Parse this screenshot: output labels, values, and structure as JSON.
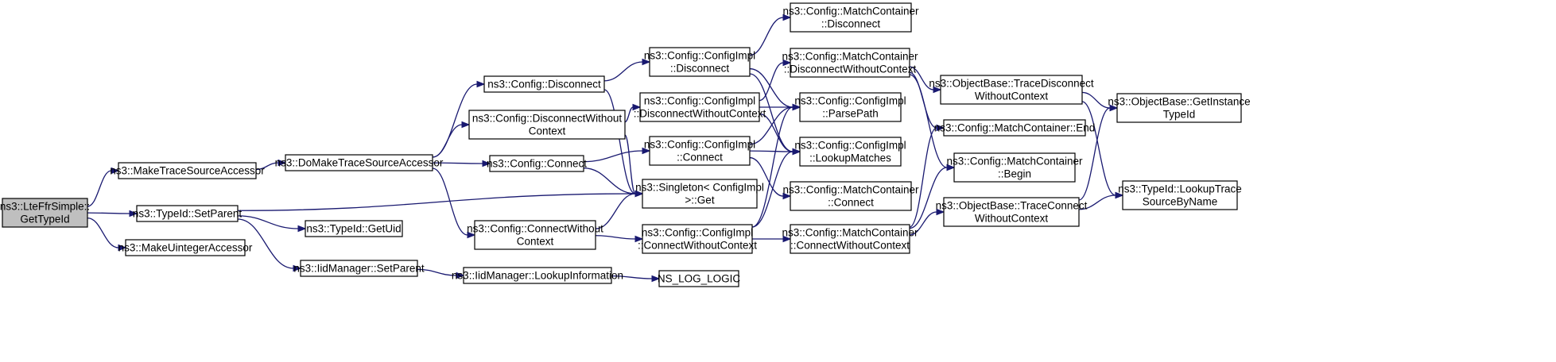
{
  "colors": {
    "edge": "#191970",
    "node_border": "#000000",
    "root_fill": "#bfbfbf",
    "node_fill": "#ffffff"
  },
  "nodes": [
    {
      "id": "root",
      "lines": [
        "ns3::LteFfrSimple::",
        "GetTypeId"
      ],
      "root": true
    },
    {
      "id": "mtsa",
      "lines": [
        "ns3::MakeTraceSourceAccessor"
      ]
    },
    {
      "id": "setparent",
      "lines": [
        "ns3::TypeId::SetParent"
      ]
    },
    {
      "id": "muia",
      "lines": [
        "ns3::MakeUintegerAccessor"
      ]
    },
    {
      "id": "dmtsa",
      "lines": [
        "ns3::DoMakeTraceSourceAccessor"
      ]
    },
    {
      "id": "getuid",
      "lines": [
        "ns3::TypeId::GetUid"
      ]
    },
    {
      "id": "iidsetparent",
      "lines": [
        "ns3::IidManager::SetParent"
      ]
    },
    {
      "id": "cdisc",
      "lines": [
        "ns3::Config::Disconnect"
      ]
    },
    {
      "id": "cdiscwc",
      "lines": [
        "ns3::Config::DisconnectWithout",
        "Context"
      ]
    },
    {
      "id": "cconn",
      "lines": [
        "ns3::Config::Connect"
      ]
    },
    {
      "id": "cconnwc",
      "lines": [
        "ns3::Config::ConnectWithout",
        "Context"
      ]
    },
    {
      "id": "lookupinfo",
      "lines": [
        "ns3::IidManager::LookupInformation"
      ]
    },
    {
      "id": "cidisc",
      "lines": [
        "ns3::Config::ConfigImpl",
        "::Disconnect"
      ]
    },
    {
      "id": "cidiscwc",
      "lines": [
        "ns3::Config::ConfigImpl",
        "::DisconnectWithoutContext"
      ]
    },
    {
      "id": "ciconn",
      "lines": [
        "ns3::Config::ConfigImpl",
        "::Connect"
      ]
    },
    {
      "id": "singleton",
      "lines": [
        "ns3::Singleton< ConfigImpl",
        " >::Get"
      ]
    },
    {
      "id": "ciconnwc",
      "lines": [
        "ns3::Config::ConfigImpl",
        "::ConnectWithoutContext"
      ]
    },
    {
      "id": "nslog",
      "lines": [
        "NS_LOG_LOGIC"
      ]
    },
    {
      "id": "mcdisc",
      "lines": [
        "ns3::Config::MatchContainer",
        "::Disconnect"
      ]
    },
    {
      "id": "mcdiscwc",
      "lines": [
        "ns3::Config::MatchContainer",
        "::DisconnectWithoutContext"
      ]
    },
    {
      "id": "parsepath",
      "lines": [
        "ns3::Config::ConfigImpl",
        "::ParsePath"
      ]
    },
    {
      "id": "lookupmatches",
      "lines": [
        "ns3::Config::ConfigImpl",
        "::LookupMatches"
      ]
    },
    {
      "id": "mcconn",
      "lines": [
        "ns3::Config::MatchContainer",
        "::Connect"
      ]
    },
    {
      "id": "mcconnwc",
      "lines": [
        "ns3::Config::MatchContainer",
        "::ConnectWithoutContext"
      ]
    },
    {
      "id": "obtdwc",
      "lines": [
        "ns3::ObjectBase::TraceDisconnect",
        "WithoutContext"
      ]
    },
    {
      "id": "mcend",
      "lines": [
        "ns3::Config::MatchContainer::End"
      ]
    },
    {
      "id": "mcbegin",
      "lines": [
        "ns3::Config::MatchContainer",
        "::Begin"
      ]
    },
    {
      "id": "obtcwc",
      "lines": [
        "ns3::ObjectBase::TraceConnect",
        "WithoutContext"
      ]
    },
    {
      "id": "obgit",
      "lines": [
        "ns3::ObjectBase::GetInstance",
        "TypeId"
      ]
    },
    {
      "id": "tidlts",
      "lines": [
        "ns3::TypeId::LookupTrace",
        "SourceByName"
      ]
    }
  ],
  "edges": [
    [
      "root",
      "mtsa"
    ],
    [
      "root",
      "setparent"
    ],
    [
      "root",
      "muia"
    ],
    [
      "mtsa",
      "dmtsa"
    ],
    [
      "setparent",
      "singleton"
    ],
    [
      "setparent",
      "getuid"
    ],
    [
      "setparent",
      "iidsetparent"
    ],
    [
      "iidsetparent",
      "lookupinfo"
    ],
    [
      "lookupinfo",
      "nslog"
    ],
    [
      "dmtsa",
      "cdisc"
    ],
    [
      "dmtsa",
      "cdiscwc"
    ],
    [
      "dmtsa",
      "cconn"
    ],
    [
      "dmtsa",
      "cconnwc"
    ],
    [
      "cdisc",
      "cidisc"
    ],
    [
      "cdisc",
      "singleton"
    ],
    [
      "cdiscwc",
      "cidiscwc"
    ],
    [
      "cdiscwc",
      "singleton"
    ],
    [
      "cconn",
      "ciconn"
    ],
    [
      "cconn",
      "singleton"
    ],
    [
      "cconnwc",
      "ciconnwc"
    ],
    [
      "cconnwc",
      "singleton"
    ],
    [
      "cidisc",
      "mcdisc"
    ],
    [
      "cidisc",
      "parsepath"
    ],
    [
      "cidisc",
      "lookupmatches"
    ],
    [
      "cidiscwc",
      "mcdiscwc"
    ],
    [
      "cidiscwc",
      "parsepath"
    ],
    [
      "cidiscwc",
      "lookupmatches"
    ],
    [
      "ciconn",
      "parsepath"
    ],
    [
      "ciconn",
      "lookupmatches"
    ],
    [
      "ciconn",
      "mcconn"
    ],
    [
      "ciconnwc",
      "parsepath"
    ],
    [
      "ciconnwc",
      "lookupmatches"
    ],
    [
      "ciconnwc",
      "mcconnwc"
    ],
    [
      "mcdiscwc",
      "obtdwc"
    ],
    [
      "mcdiscwc",
      "mcend"
    ],
    [
      "mcdiscwc",
      "mcbegin"
    ],
    [
      "mcconnwc",
      "mcend"
    ],
    [
      "mcconnwc",
      "mcbegin"
    ],
    [
      "mcconnwc",
      "obtcwc"
    ],
    [
      "obtdwc",
      "obgit"
    ],
    [
      "obtdwc",
      "tidlts"
    ],
    [
      "obtcwc",
      "obgit"
    ],
    [
      "obtcwc",
      "tidlts"
    ]
  ]
}
